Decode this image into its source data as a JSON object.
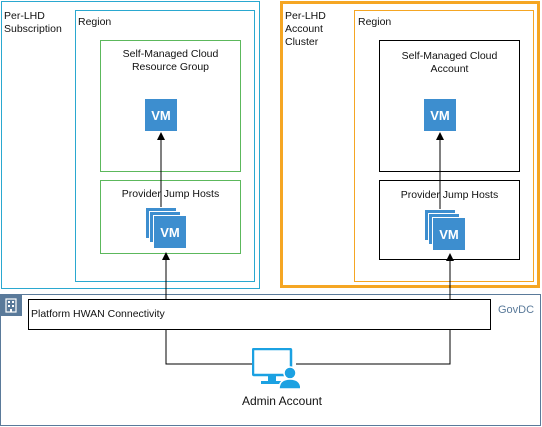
{
  "left": {
    "outer_label": "Per-LHD\nSubscription",
    "region_label": "Region",
    "resource_group_label": "Self-Managed Cloud\nResource Group",
    "jump_label": "Provider Jump Hosts",
    "vm_label": "VM",
    "vm_stack_label": "VM",
    "outer_color": "#2aa8d0",
    "region_color": "#2aa8d0",
    "inner_color": "#5cb85c"
  },
  "right": {
    "outer_label": "Per-LHD\nAccount\nCluster",
    "region_label": "Region",
    "account_label": "Self-Managed Cloud\nAccount",
    "jump_label": "Provider Jump Hosts",
    "vm_label": "VM",
    "vm_stack_label": "VM",
    "outer_color": "#f5a623",
    "region_color": "#f5a623",
    "inner_color": "#000000"
  },
  "govdc": {
    "label": "GovDC",
    "hwan_label": "Platform HWAN Connectivity",
    "admin_label": "Admin Account",
    "border_color": "#5a7a9a",
    "icon": "building-icon",
    "admin_icon": "admin-workstation-icon",
    "accent_color": "#1ba1e2"
  }
}
